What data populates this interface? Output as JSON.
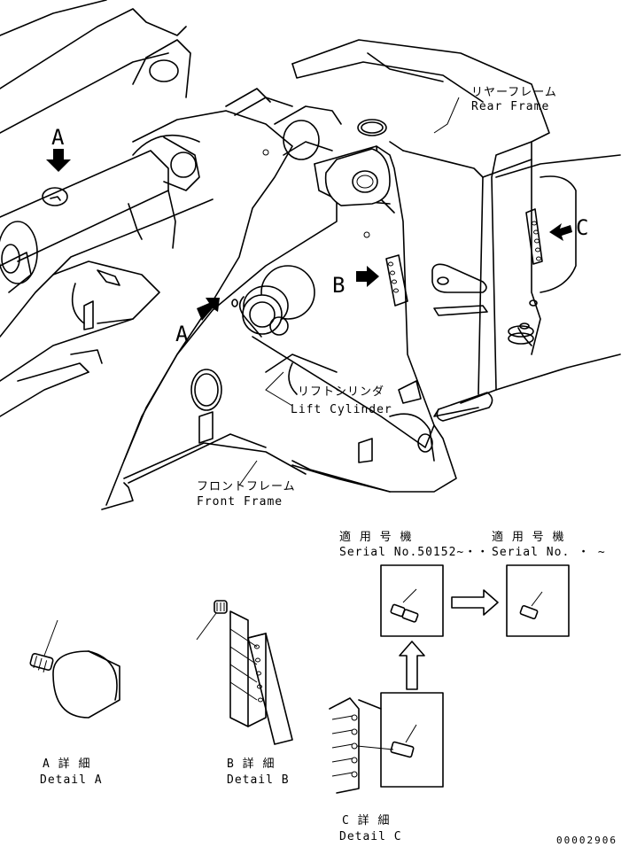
{
  "labels": {
    "rear_frame_jp": "リヤーフレーム",
    "rear_frame_en": "Rear Frame",
    "lift_cylinder_jp": "リフトシリンダ",
    "lift_cylinder_en": "Lift Cylinder",
    "front_frame_jp": "フロントフレーム",
    "front_frame_en": "Front Frame",
    "callout_a_top": "A",
    "callout_a_mid": "A",
    "callout_b": "B",
    "callout_c": "C"
  },
  "details": {
    "a_jp": "A 詳 細",
    "a_en": "Detail A",
    "b_jp": "B 詳 細",
    "b_en": "Detail B",
    "c_jp": "C 詳 細",
    "c_en": "Detail C"
  },
  "serial": {
    "left_jp": "適 用 号 機",
    "left_en": "Serial No.50152~・・",
    "right_jp": "適 用 号 機",
    "right_en": "Serial No.  ・  ~"
  },
  "drawing_code": "00002906",
  "icons": [
    "arrow-callout-icon",
    "grease-fitting-icon",
    "flow-arrow-icon"
  ]
}
